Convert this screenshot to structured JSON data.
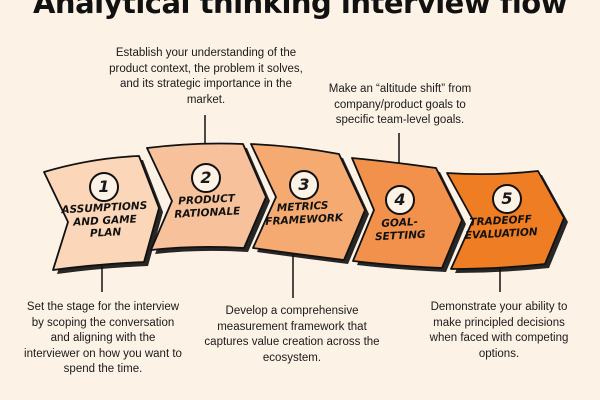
{
  "title": "Analytical thinking interview flow",
  "colors": {
    "background": "#fdf2e6",
    "stage_fills": [
      "#fbd6b8",
      "#f7c29b",
      "#f4aa70",
      "#f2914b",
      "#ef7d24"
    ],
    "outline": "#111111"
  },
  "stages": [
    {
      "number": "1",
      "label": "ASSUMPTIONS AND GAME PLAN",
      "description": "Set the stage for the interview by scoping the conversation and aligning with the interviewer on how you want to spend the time."
    },
    {
      "number": "2",
      "label": "PRODUCT RATIONALE",
      "description": "Establish your understanding of the product context, the problem it solves, and its strategic importance in the market."
    },
    {
      "number": "3",
      "label": "METRICS FRAMEWORK",
      "description": "Develop a comprehensive measurement framework that captures value creation across the ecosystem."
    },
    {
      "number": "4",
      "label": "GOAL-SETTING",
      "description": "Make an “altitude shift” from company/product goals to specific team-level goals."
    },
    {
      "number": "5",
      "label": "TRADEOFF EVALUATION",
      "description": "Demonstrate your ability to make principled decisions when faced with competing options."
    }
  ]
}
